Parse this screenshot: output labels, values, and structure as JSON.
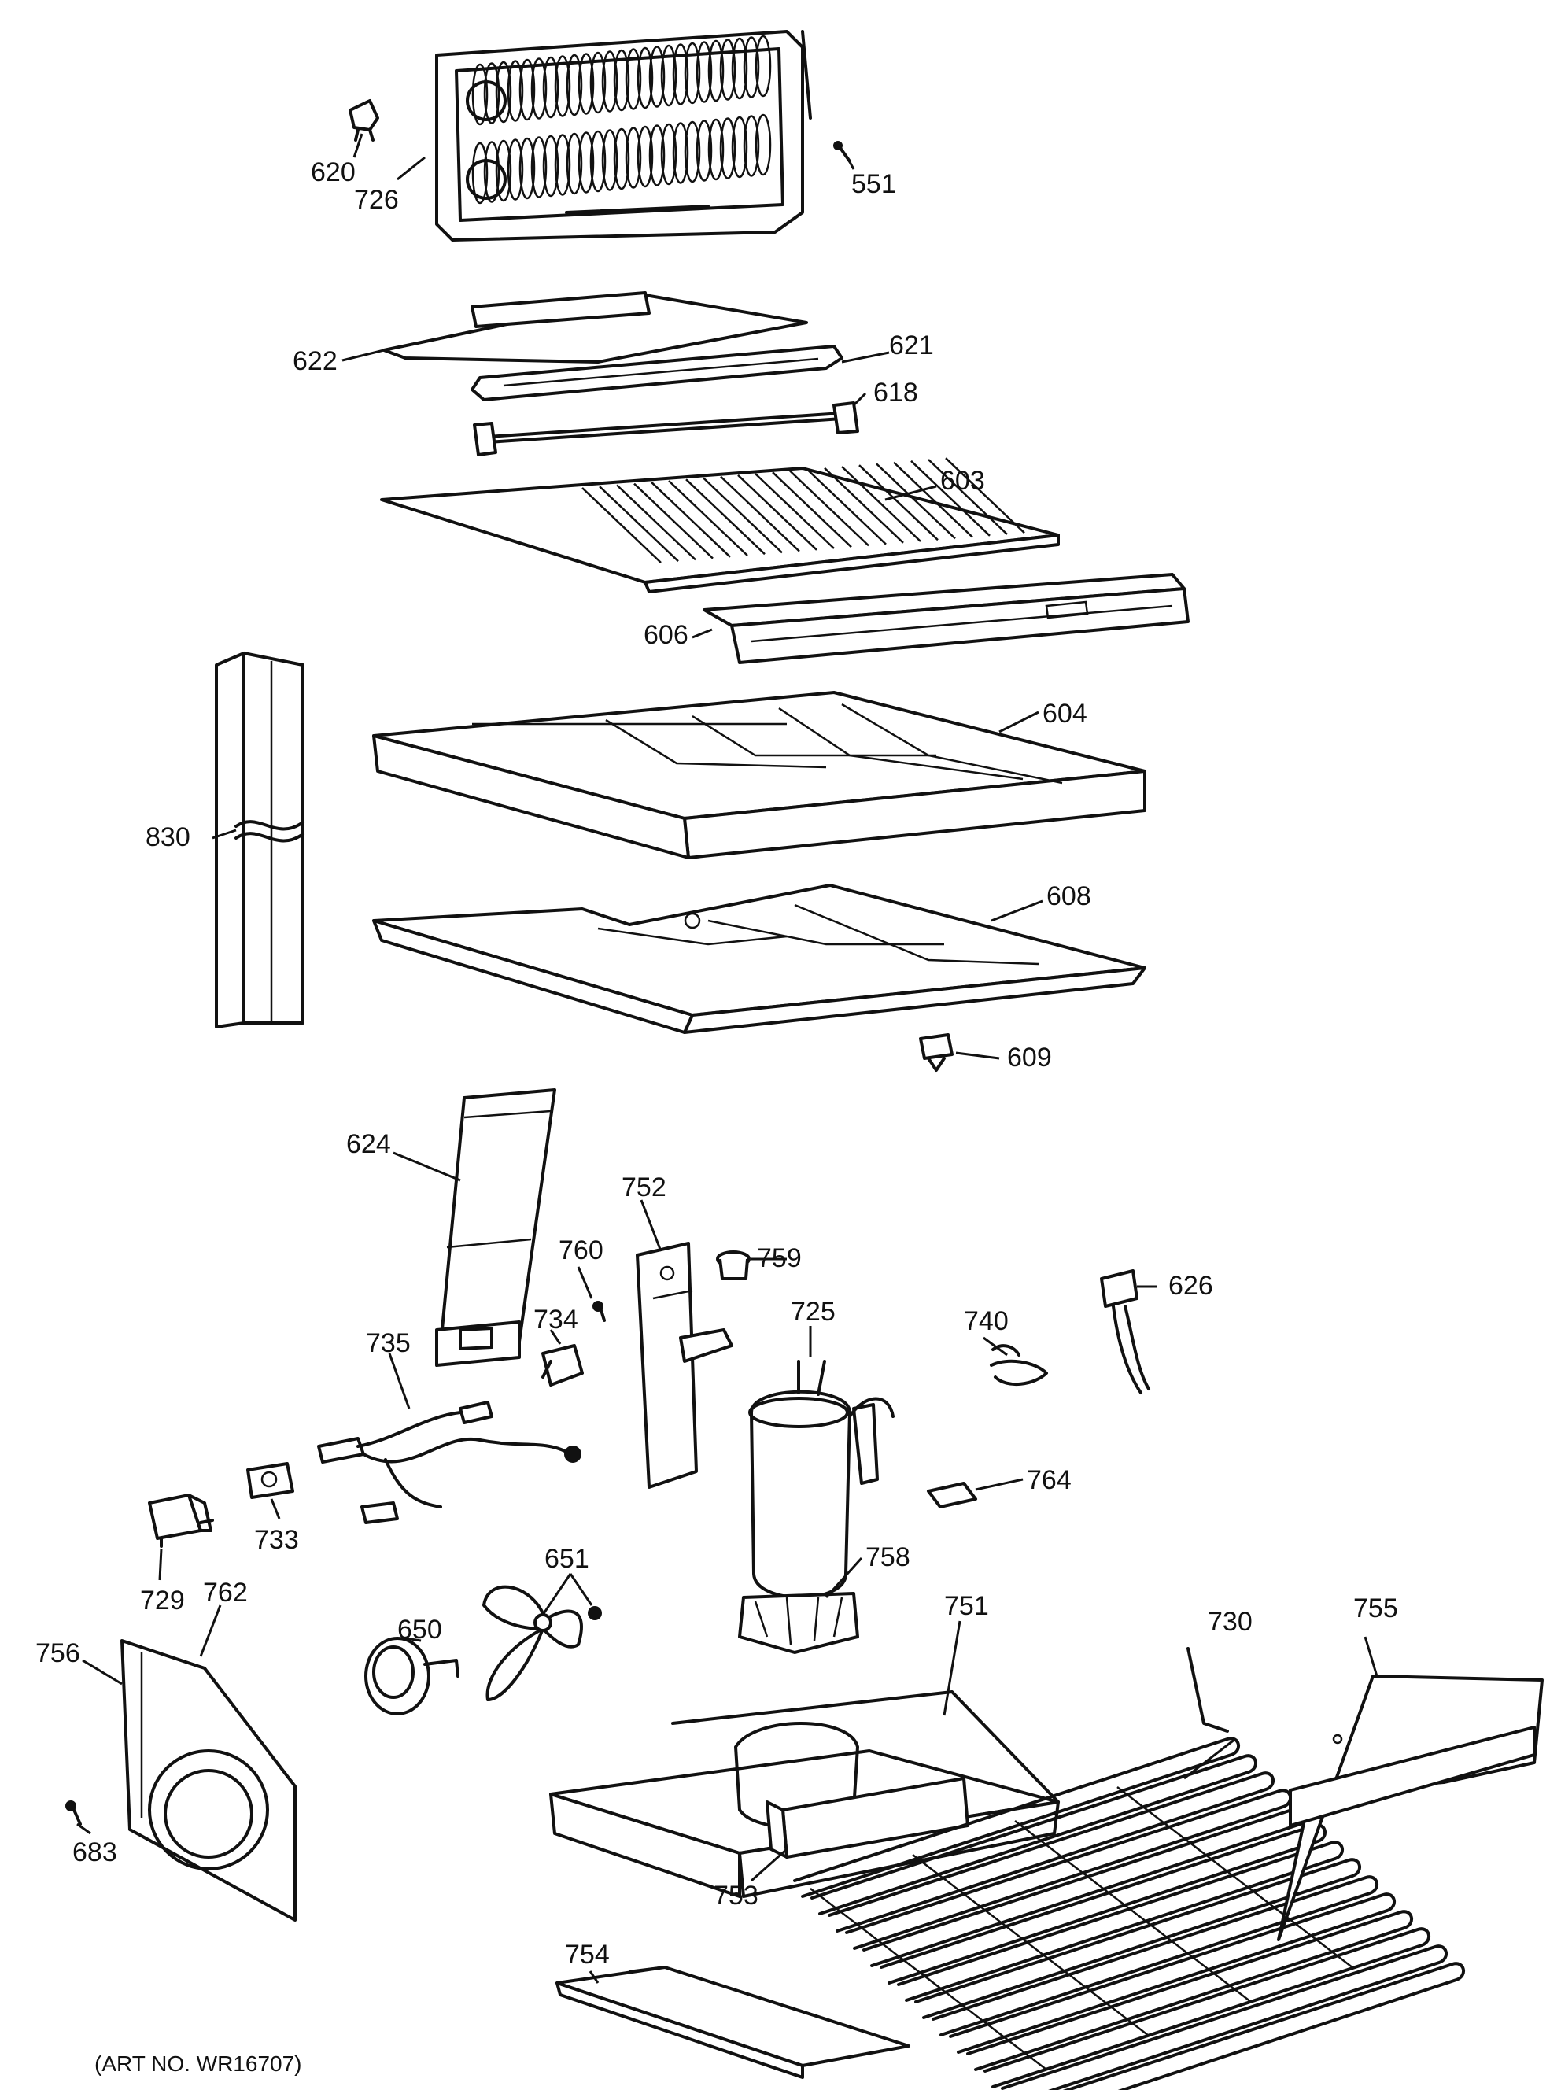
{
  "labels": {
    "p551": "551",
    "p603": "603",
    "p604": "604",
    "p606": "606",
    "p608": "608",
    "p609": "609",
    "p618": "618",
    "p620": "620",
    "p621": "621",
    "p622": "622",
    "p624": "624",
    "p626": "626",
    "p650": "650",
    "p651": "651",
    "p683": "683",
    "p725": "725",
    "p726": "726",
    "p729": "729",
    "p730": "730",
    "p733": "733",
    "p734": "734",
    "p735": "735",
    "p740": "740",
    "p751": "751",
    "p752": "752",
    "p753": "753",
    "p754": "754",
    "p755": "755",
    "p756": "756",
    "p758": "758",
    "p759": "759",
    "p760": "760",
    "p762": "762",
    "p764": "764",
    "p830": "830"
  },
  "caption": "(ART NO. WR16707)"
}
